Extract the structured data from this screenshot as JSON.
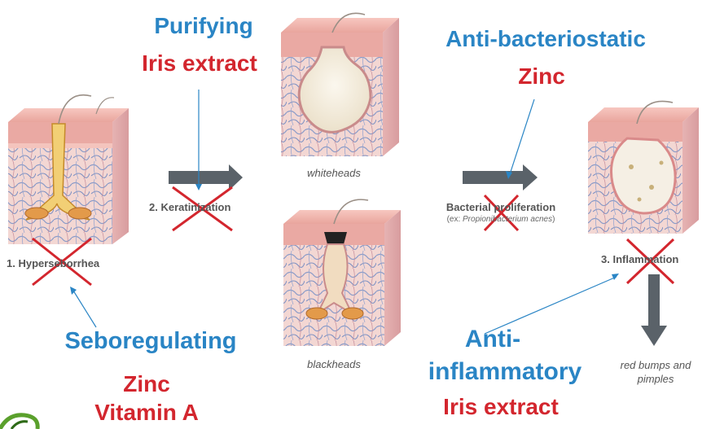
{
  "agents": {
    "purifying": {
      "title": "Purifying",
      "ingredient": "Iris extract"
    },
    "antibacteriostatic": {
      "title": "Anti-bacteriostatic",
      "ingredient": "Zinc"
    },
    "seboregulating": {
      "title": "Seboregulating",
      "ingredient_1": "Zinc",
      "ingredient_2": "Vitamin A"
    },
    "antiinflammatory": {
      "title_line1": "Anti-",
      "title_line2": "inflammatory",
      "ingredient": "Iris extract"
    }
  },
  "stages": {
    "s1": "1. Hyperseborrhea",
    "s2": "2. Keratinization",
    "s3_bacterial": "Bacterial proliferation",
    "s3_example_prefix": "(ex: ",
    "s3_example_name": "Propionibacterium acnes",
    "s3_example_suffix": ")",
    "s4": "3. Inflammation"
  },
  "captions": {
    "whiteheads": "whiteheads",
    "blackheads": "blackheads",
    "red_bumps_line1": "red bumps and",
    "red_bumps_line2": "pimples"
  },
  "colors": {
    "title_blue": "#2a85c5",
    "ingredient_red": "#d3262e",
    "arrow_gray": "#5a6269",
    "skin_pink": "#f0b3ac",
    "dermis": "#f3d7d3",
    "vein_blue": "#7b8fc2"
  }
}
